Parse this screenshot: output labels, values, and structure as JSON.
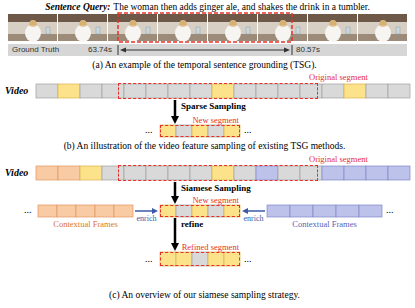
{
  "diagram": {
    "nodes": [
      {
        "text": [
          "Ground Truth",
          "63.74s",
          "80.57s"
        ]
      },
      {
        "text": [
          "Video"
        ]
      },
      {
        "text": [
          "Original segment"
        ],
        "in": 1
      },
      {
        "text": [
          "New segment"
        ]
      },
      {
        "text": [
          "Video"
        ]
      },
      {
        "text": [
          "Original segment"
        ],
        "in": 4
      },
      {
        "text": [
          "Contextual Frames"
        ]
      },
      {
        "text": [
          "New segment"
        ]
      },
      {
        "text": [
          "Contextual Frames"
        ]
      },
      {
        "text": [
          "Refined segment"
        ]
      }
    ],
    "edges": [
      {
        "from": 2,
        "to": 3,
        "label": "Sparse Sampling",
        "arrow": "to"
      },
      {
        "from": 5,
        "to": 7,
        "label": "Siamese Sampling",
        "arrow": "to"
      },
      {
        "from": 6,
        "to": 7,
        "label": "enrich",
        "arrow": "to"
      },
      {
        "from": 8,
        "to": 7,
        "label": "enrich",
        "arrow": "to"
      },
      {
        "from": 7,
        "to": 9,
        "label": "refine",
        "arrow": "to"
      }
    ],
    "labels": [
      "Sentence Query:",
      "The woman then adds ginger ale, and shakes the drink in a tumbler.",
      "(a) An example of the temporal sentence grounding (TSG).",
      "...",
      "...",
      "(b) An illustration of the video feature sampling of existing TSG methods.",
      "...",
      "...",
      "...",
      "...",
      "(c) An overview of our siamese sampling strategy."
    ]
  }
}
